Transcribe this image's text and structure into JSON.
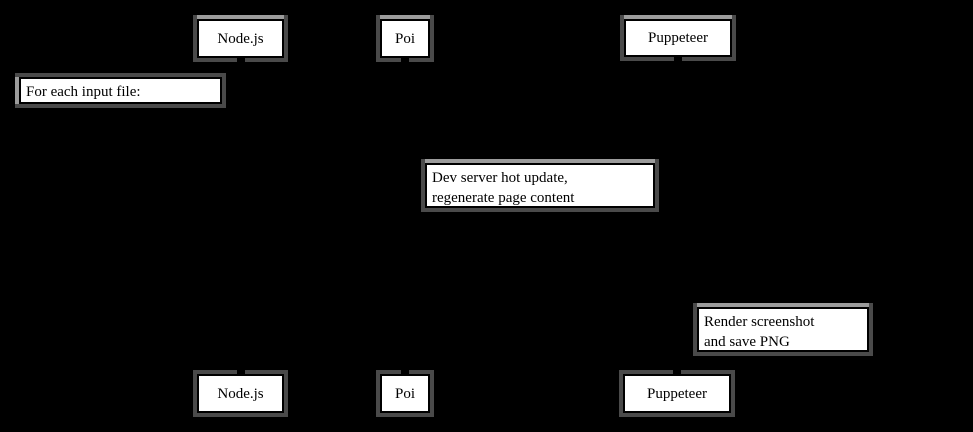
{
  "diagram": {
    "type": "sequence-diagram",
    "colors": {
      "background": "#000000",
      "box_fill": "#ffffff",
      "box_border": "#000000",
      "shadow_dark": "#4a4a4a",
      "shadow_light": "#9c9c9c",
      "text": "#000000"
    },
    "top_actors": [
      {
        "label": "Node.js"
      },
      {
        "label": "Poi"
      },
      {
        "label": "Puppeteer"
      }
    ],
    "bottom_actors": [
      {
        "label": "Node.js"
      },
      {
        "label": "Poi"
      },
      {
        "label": "Puppeteer"
      }
    ],
    "notes": {
      "loop_label": {
        "lines": [
          "For each input file:"
        ]
      },
      "dev_server": {
        "lines": [
          "Dev server hot update,",
          "regenerate page content"
        ]
      },
      "render": {
        "lines": [
          "Render screenshot",
          "and save PNG"
        ]
      }
    }
  }
}
